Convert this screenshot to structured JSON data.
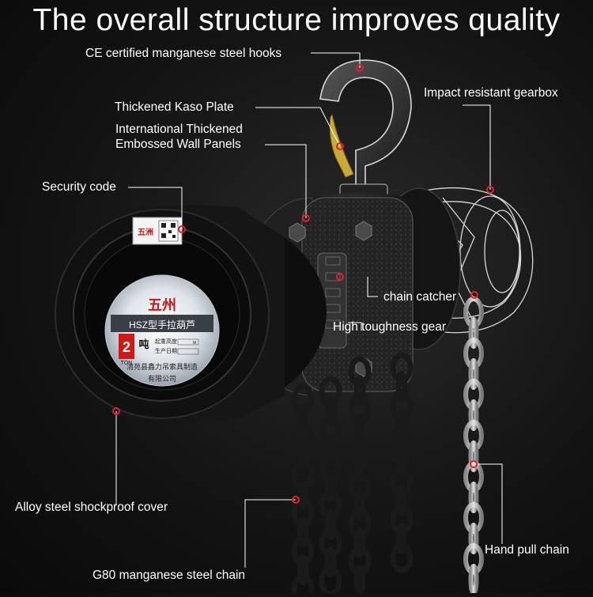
{
  "title": "The overall structure improves quality",
  "labels": {
    "hooks": "CE certified manganese steel hooks",
    "gearbox": "Impact resistant gearbox",
    "kaso_plate": "Thickened Kaso Plate",
    "wall_panels_line1": "International Thickened",
    "wall_panels_line2": "Embossed Wall Panels",
    "security_code": "Security code",
    "chain_catcher": "chain catcher",
    "gear": "High toughness gear",
    "cover": "Alloy steel shockproof cover",
    "hand_chain": "Hand pull chain",
    "load_chain": "G80 manganese steel chain"
  },
  "plate": {
    "brand": "五州",
    "model": "HSZ型手拉葫芦",
    "capacity_num": "2",
    "capacity_unit": "吨",
    "capacity_ton": "TON",
    "field1": "起重高度",
    "field1_unit": "M",
    "field2": "生产日期",
    "maker_line1": "清苑县鑫力吊索具制造",
    "maker_line2": "有限公司"
  },
  "sticker": {
    "brand": "五洲"
  },
  "colors": {
    "marker": "#e0202a",
    "leader": "#ffffff"
  }
}
